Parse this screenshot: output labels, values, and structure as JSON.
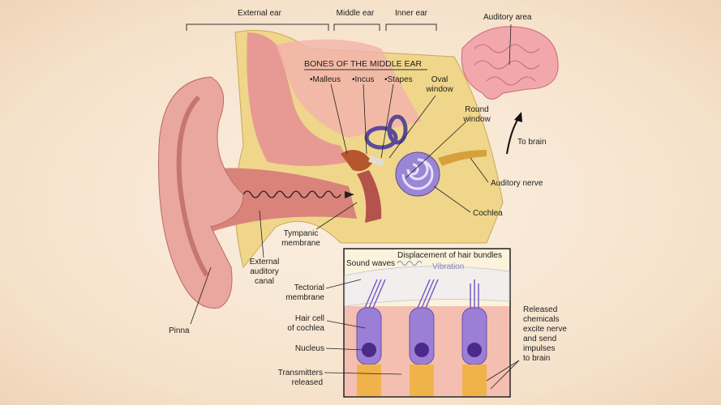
{
  "regions": {
    "external_ear": "External ear",
    "middle_ear": "Middle ear",
    "inner_ear": "Inner ear"
  },
  "brain": {
    "auditory_area": "Auditory area",
    "to_brain": "To brain"
  },
  "bones": {
    "title": "BONES OF THE MIDDLE EAR",
    "malleus": "•Malleus",
    "incus": "•Incus",
    "stapes": "•Stapes"
  },
  "labels": {
    "oval_window": [
      "Oval",
      "window"
    ],
    "round_window": [
      "Round",
      "window"
    ],
    "auditory_nerve": "Auditory nerve",
    "cochlea": "Cochlea",
    "tympanic_membrane": [
      "Tympanic",
      "membrane"
    ],
    "external_auditory_canal": [
      "External",
      "auditory",
      "canal"
    ],
    "pinna": "Pinna"
  },
  "inset": {
    "title": "Displacement of hair bundles",
    "sound_waves": "Sound waves",
    "vibration": "Vibration",
    "tectorial_membrane": [
      "Tectorial",
      "membrane"
    ],
    "hair_cell": [
      "Hair cell",
      "of cochlea"
    ],
    "nucleus": "Nucleus",
    "transmitters": [
      "Transmitters",
      "released"
    ],
    "released_chemicals": [
      "Released",
      "chemicals",
      "excite nerve",
      "and send",
      "impulses",
      "to brain"
    ]
  }
}
